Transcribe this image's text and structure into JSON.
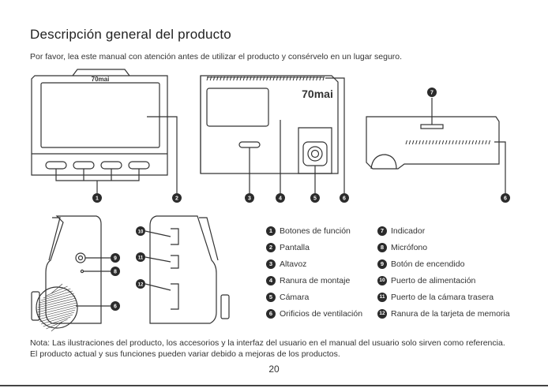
{
  "page": {
    "title": "Descripción general del producto",
    "intro": "Por favor, lea este manual con atención antes de utilizar el producto y consérvelo en un lugar seguro.",
    "note": "Nota: Las ilustraciones del producto, los accesorios y la interfaz del usuario en el manual del usuario solo sirven como referencia. El producto actual y sus funciones pueden variar debido a mejoras de los productos.",
    "page_number": "20"
  },
  "figure": {
    "brand_front": "70mai",
    "brand_back": "70mai",
    "callouts": [
      "1",
      "2",
      "3",
      "4",
      "5",
      "6",
      "7",
      "6",
      "10",
      "11",
      "12",
      "9",
      "8",
      "6"
    ]
  },
  "legend": {
    "col1": [
      {
        "num": "1",
        "label": "Botones de función"
      },
      {
        "num": "2",
        "label": "Pantalla"
      },
      {
        "num": "3",
        "label": "Altavoz"
      },
      {
        "num": "4",
        "label": "Ranura de montaje"
      },
      {
        "num": "5",
        "label": "Cámara"
      },
      {
        "num": "6",
        "label": "Orificios de ventilación"
      }
    ],
    "col2": [
      {
        "num": "7",
        "label": "Indicador"
      },
      {
        "num": "8",
        "label": "Micrófono"
      },
      {
        "num": "9",
        "label": "Botón de encendido"
      },
      {
        "num": "10",
        "label": "Puerto de alimentación"
      },
      {
        "num": "11",
        "label": "Puerto de la cámara trasera"
      },
      {
        "num": "12",
        "label": "Ranura de la tarjeta de memoria"
      }
    ]
  }
}
